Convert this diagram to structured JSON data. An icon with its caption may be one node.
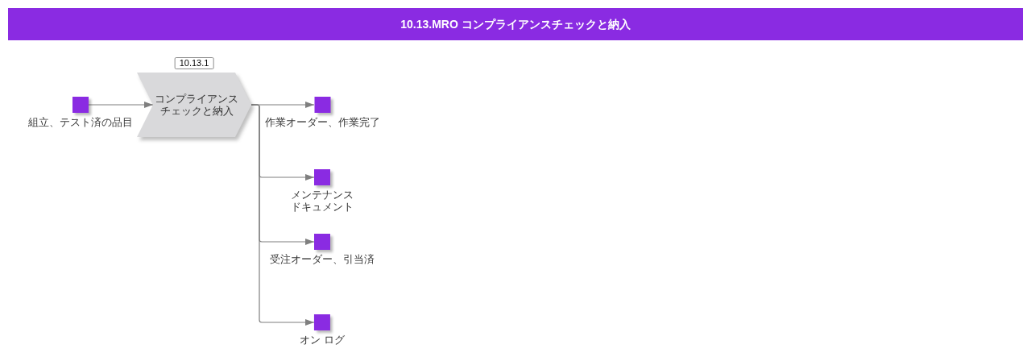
{
  "diagram": {
    "title": "10.13.MRO コンプライアンスチェックと納入",
    "nodes": [
      {
        "text": [
          "組立、テスト済の品目"
        ]
      },
      {
        "text": [
          "コンプライアンスチェックと納入"
        ],
        "beside": [
          "10.13.1"
        ]
      },
      {
        "text": [
          "作業オーダー、作業完了"
        ]
      },
      {
        "text": [
          "メンテナンスドキュメント"
        ]
      },
      {
        "text": [
          "受注オーダー、引当済"
        ]
      },
      {
        "text": [
          "オン ログ"
        ]
      }
    ],
    "edges": [
      {
        "from": 0,
        "to": 1,
        "arrow": "to"
      },
      {
        "from": 1,
        "to": 2,
        "arrow": "to"
      },
      {
        "from": 1,
        "to": 3,
        "arrow": "to"
      },
      {
        "from": 1,
        "to": 4,
        "arrow": "to"
      },
      {
        "from": 1,
        "to": 5,
        "arrow": "to"
      }
    ]
  }
}
